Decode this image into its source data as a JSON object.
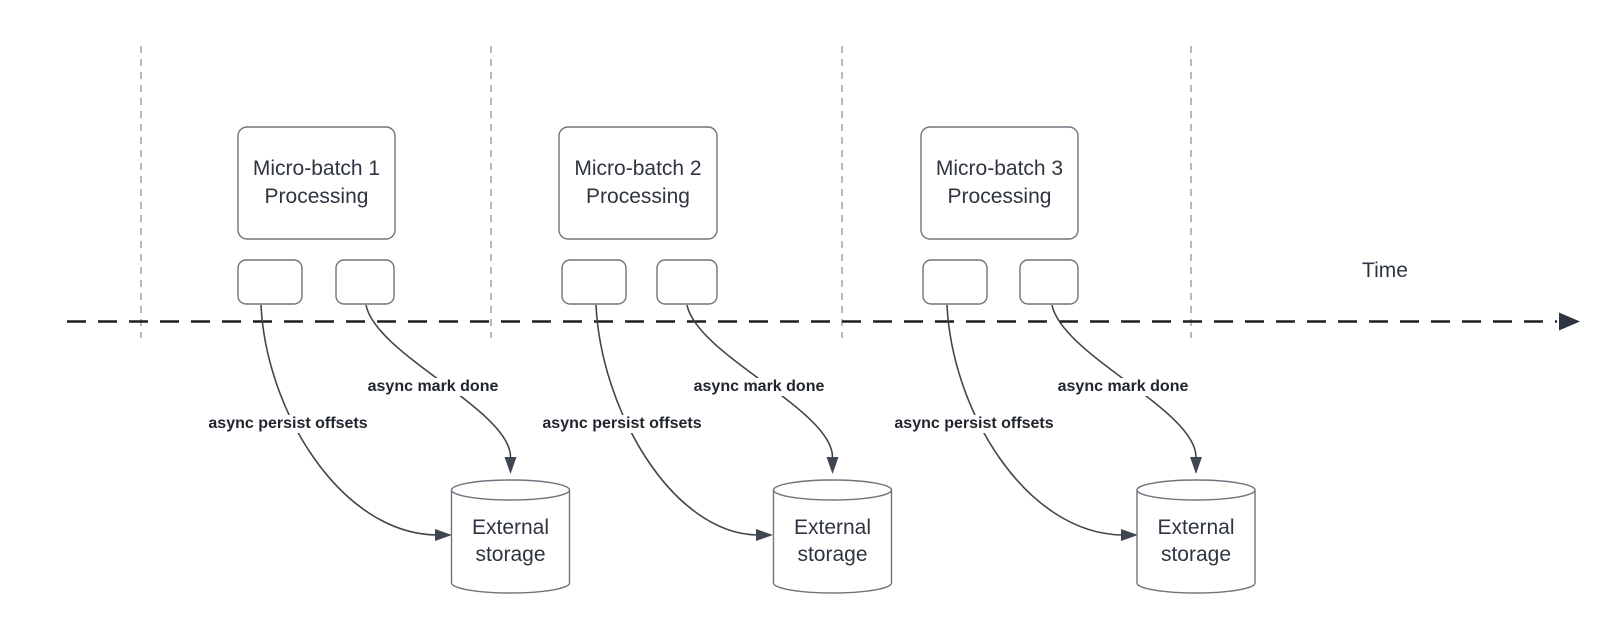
{
  "diagram": {
    "time_axis_label": "Time",
    "batches": [
      {
        "title_line1": "Micro-batch 1",
        "title_line2": "Processing",
        "persist_arrow_label": "async persist offsets",
        "mark_done_arrow_label": "async mark done",
        "storage_title_line1": "External",
        "storage_title_line2": "storage"
      },
      {
        "title_line1": "Micro-batch 2",
        "title_line2": "Processing",
        "persist_arrow_label": "async persist offsets",
        "mark_done_arrow_label": "async mark done",
        "storage_title_line1": "External",
        "storage_title_line2": "storage"
      },
      {
        "title_line1": "Micro-batch 3",
        "title_line2": "Processing",
        "persist_arrow_label": "async persist offsets",
        "mark_done_arrow_label": "async mark done",
        "storage_title_line1": "External",
        "storage_title_line2": "storage"
      }
    ],
    "colors": {
      "background": "#ffffff",
      "shape_stroke": "#6f757e",
      "arrow_stroke": "#3f464f",
      "timeline_stroke": "#1f1f1f",
      "guide_stroke": "#b8b8b8",
      "title_text": "#2f3540",
      "label_text": "#21262e"
    }
  }
}
